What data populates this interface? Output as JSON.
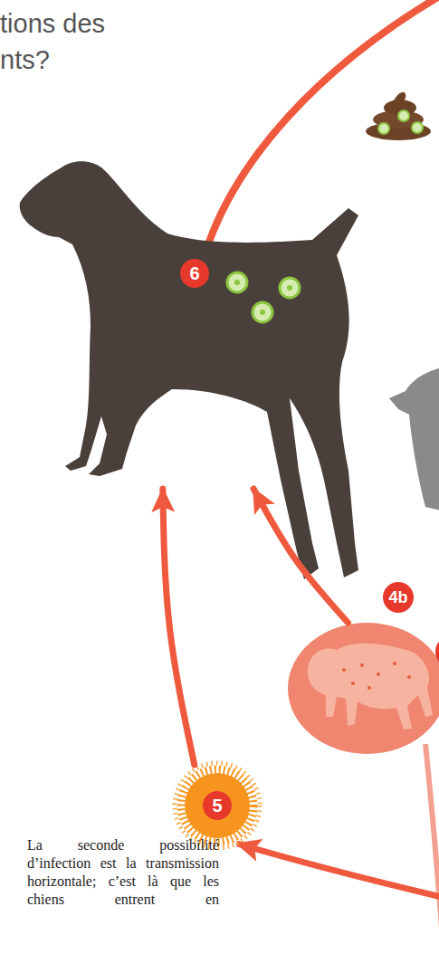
{
  "diagram": {
    "title": "tions des nts?",
    "nodes": [
      {
        "text": [
          "6"
        ]
      },
      {
        "text": [
          "4b"
        ]
      },
      {
        "text": [
          "5"
        ]
      }
    ],
    "edges": [
      {
        "from": 1,
        "to": 0,
        "arrow": "to"
      },
      {
        "from": 2,
        "to": 0,
        "arrow": "to"
      }
    ],
    "labels": [
      "La seconde possibilité d’infection est la transmission horizontale; c’est là que les chiens entrent en"
    ]
  }
}
